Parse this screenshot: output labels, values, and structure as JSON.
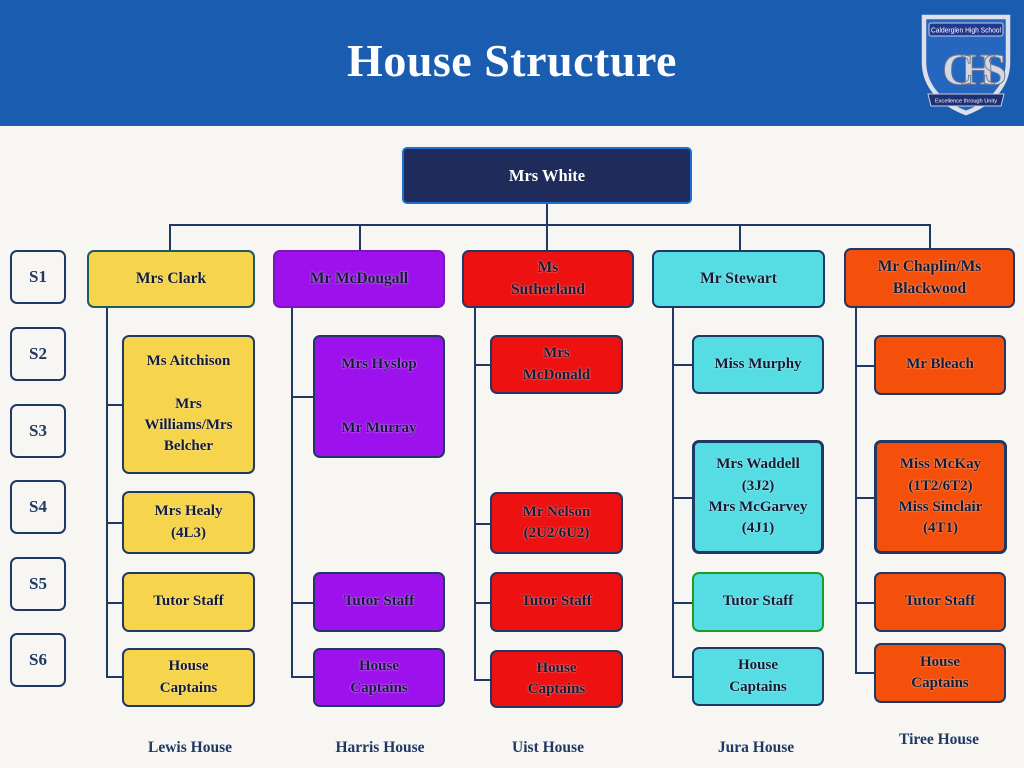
{
  "header": {
    "title": "House Structure",
    "logo": {
      "school_name": "Calderglen High School",
      "monogram": "CHS",
      "motto": "Excellence through Unity"
    }
  },
  "principal": "Mrs White",
  "year_labels": [
    "S1",
    "S2",
    "S3",
    "S4",
    "S5",
    "S6"
  ],
  "houses": [
    {
      "name": "Lewis House",
      "fill": "#F6D44C",
      "head_border": "#1E5A5E",
      "head": "Mrs Clark",
      "children": [
        {
          "label": "Ms Aitchison\n\nMrs\nWilliams/Mrs\nBelcher"
        },
        {
          "label": "Mrs Healy\n(4L3)"
        },
        {
          "label": "Tutor Staff"
        },
        {
          "label": "House\nCaptains"
        }
      ]
    },
    {
      "name": "Harris House",
      "fill": "#9D12EC",
      "head_border": "#8212BC",
      "head": "Mr McDougall",
      "children": [
        {
          "label": "Mrs Hyslop\n\n\nMr Murray"
        },
        {
          "label": "Tutor Staff"
        },
        {
          "label": "House\nCaptains"
        }
      ]
    },
    {
      "name": "Uist House",
      "fill": "#ED1111",
      "head_border": "#1F3864",
      "head": "Ms\nSutherland",
      "children": [
        {
          "label": "Mrs\nMcDonald"
        },
        {
          "label": "Mr Nelson\n(2U2/6U2)"
        },
        {
          "label": "Tutor Staff"
        },
        {
          "label": "House\nCaptains"
        }
      ]
    },
    {
      "name": "Jura House",
      "fill": "#55DDE3",
      "head_border": "#1F3864",
      "head": "Mr Stewart",
      "children": [
        {
          "label": "Miss Murphy"
        },
        {
          "label": "Mrs Waddell\n(3J2)\nMrs McGarvey\n(4J1)"
        },
        {
          "label": "Tutor Staff",
          "border": "#1E9E1E"
        },
        {
          "label": "House\nCaptains"
        }
      ]
    },
    {
      "name": "Tiree House",
      "fill": "#F4500B",
      "head_border": "#1F3864",
      "head": "Mr Chaplin/Ms\nBlackwood",
      "children": [
        {
          "label": "Mr Bleach"
        },
        {
          "label": "Miss McKay\n(1T2/6T2)\nMiss Sinclair\n(4T1)"
        },
        {
          "label": "Tutor Staff"
        },
        {
          "label": "House\nCaptains"
        }
      ]
    }
  ],
  "colors": {
    "header_bg": "#1A5CB0",
    "page_bg": "#F7F6F3",
    "principal_fill": "#1F2B5B",
    "principal_border": "#1D6FD6",
    "connector_line": "#1F3864",
    "node_text": "#131B36",
    "green_border": "#1E9E1E"
  }
}
